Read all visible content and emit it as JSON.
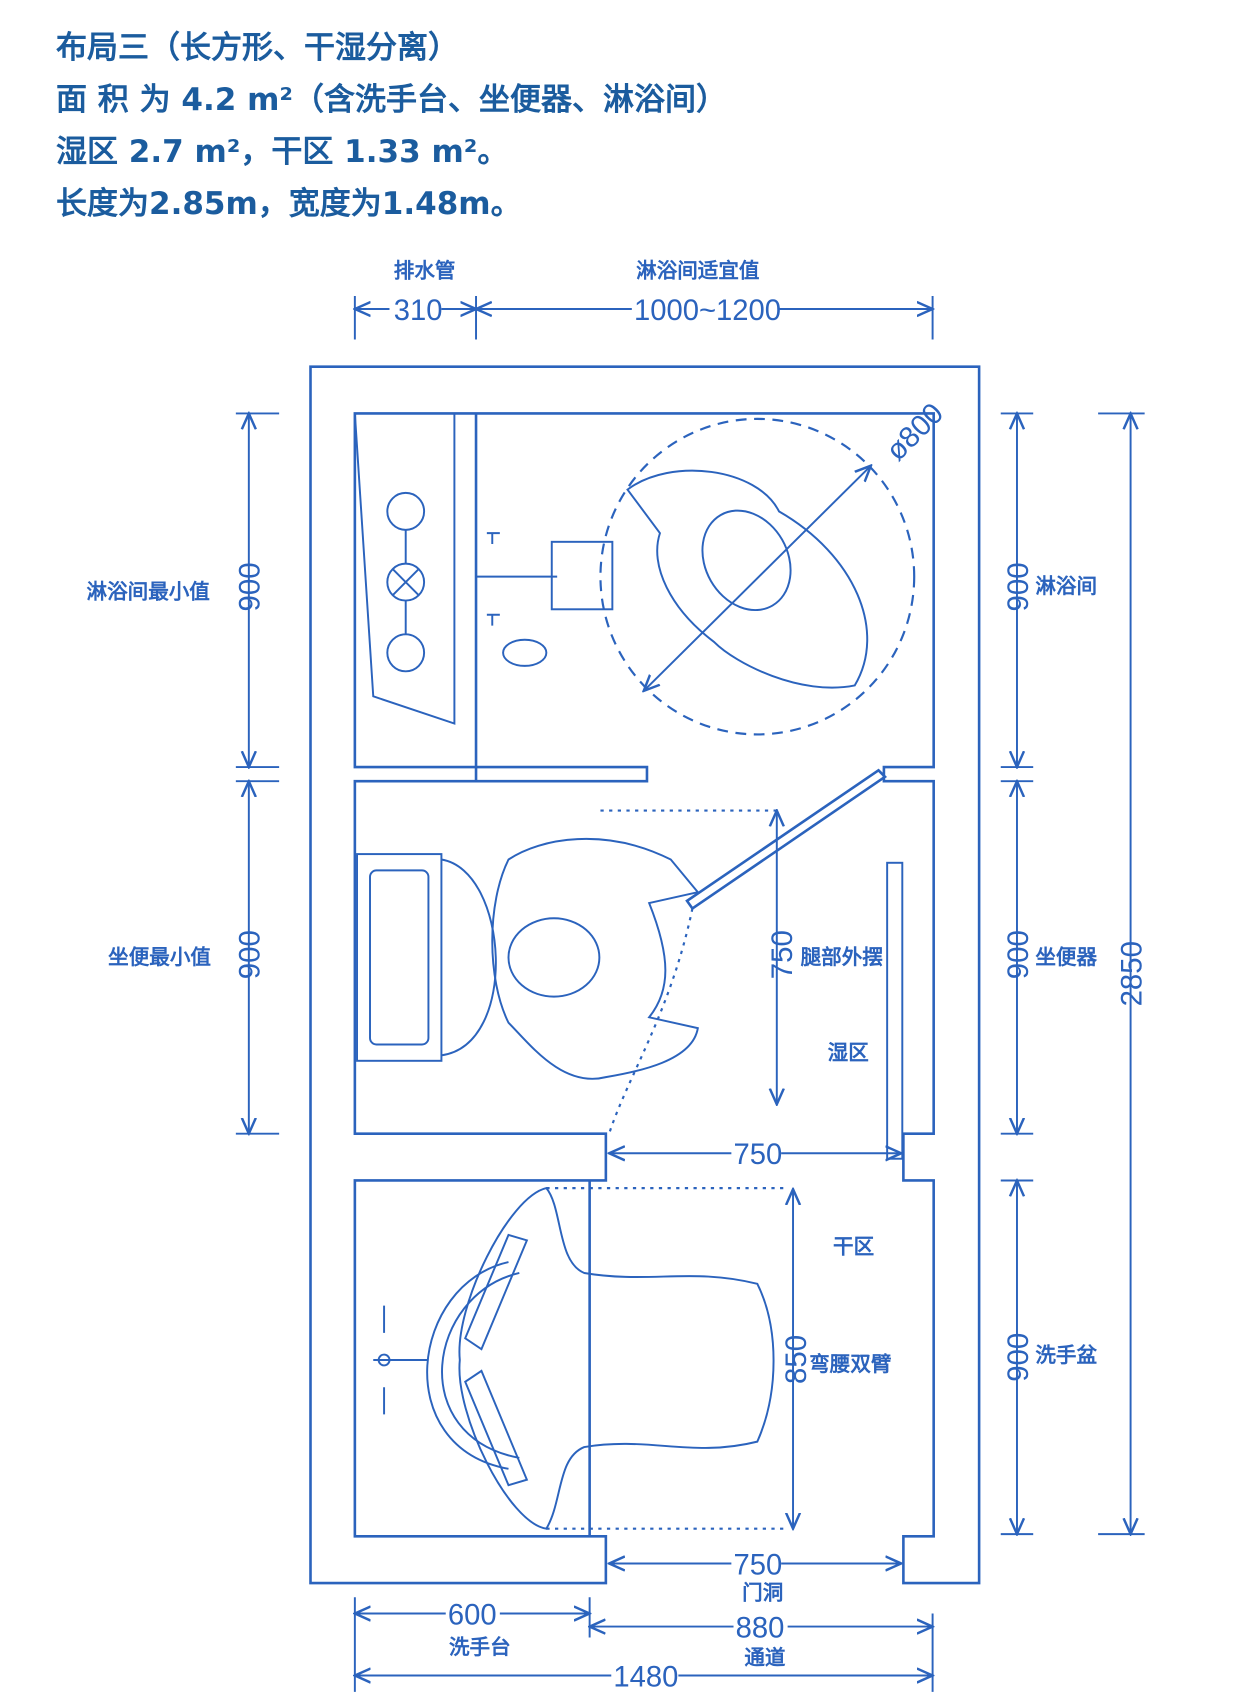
{
  "header": {
    "line1": "布局三（长方形、干湿分离）",
    "line2": "面 积 为 4.2 m²（含洗手台、坐便器、淋浴间）",
    "line3": "湿区 2.7 m²，干区 1.33 m²。",
    "line4": "长度为2.85m，宽度为1.48m。"
  },
  "plan": {
    "top": {
      "drain_label": "排水管",
      "drain_dim": "310",
      "shower_label": "淋浴间适宜值",
      "shower_dim": "1000~1200"
    },
    "left": {
      "shower_min_label": "淋浴间最小值",
      "shower_min_dim": "900",
      "toilet_min_label": "坐便最小值",
      "toilet_min_dim": "900"
    },
    "right": {
      "shower_label": "淋浴间",
      "shower_dim": "900",
      "toilet_label": "坐便器",
      "toilet_dim": "900",
      "basin_label": "洗手盆",
      "basin_dim": "900",
      "total_dim": "2850"
    },
    "inside": {
      "circle_dim": "ø800",
      "leg_dim": "750",
      "leg_label": "腿部外摆",
      "wet_zone": "湿区",
      "wet_width": "750",
      "dry_zone": "干区",
      "bend_dim": "850",
      "bend_label": "弯腰双臂",
      "door_dim": "750",
      "door_label": "门洞"
    },
    "bottom": {
      "vanity_dim": "600",
      "vanity_label": "洗手台",
      "aisle_dim": "880",
      "aisle_label": "通道",
      "total_dim": "1480"
    }
  }
}
